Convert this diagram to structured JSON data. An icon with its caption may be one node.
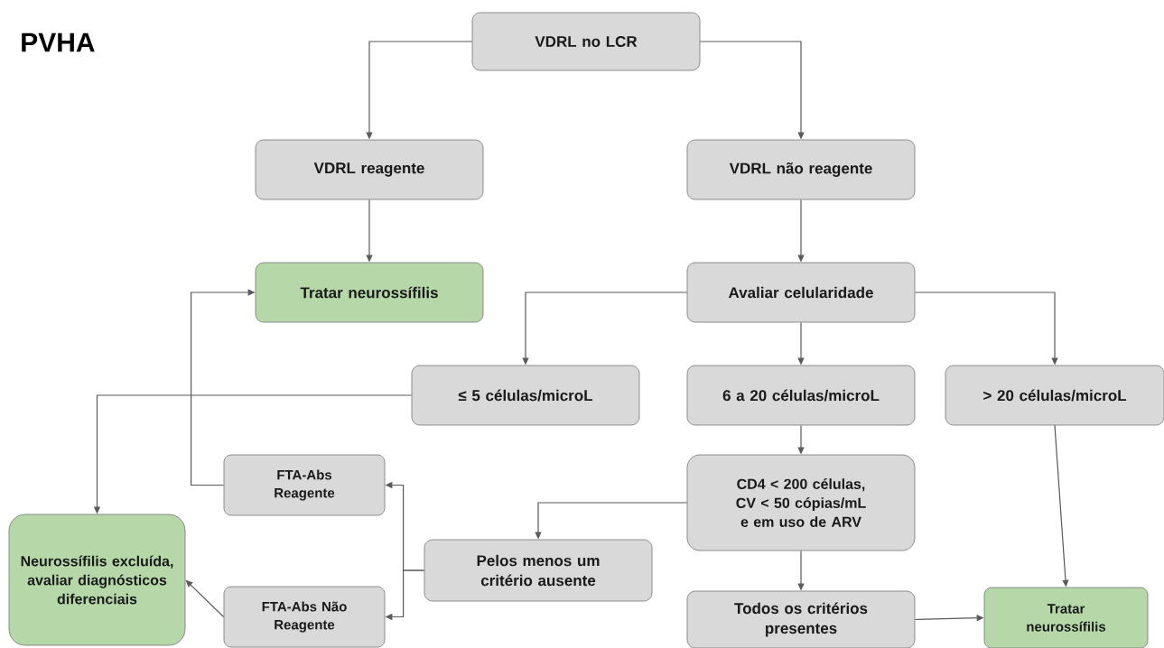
{
  "diagram": {
    "title": "PVHA",
    "nodes": [
      {
        "text": [
          "VDRL no LCR"
        ]
      },
      {
        "text": [
          "VDRL reagente"
        ]
      },
      {
        "text": [
          "VDRL não reagente"
        ]
      },
      {
        "text": [
          "Tratar neurossífilis"
        ]
      },
      {
        "text": [
          "Avaliar celularidade"
        ]
      },
      {
        "text": [
          "≤ 5 células/microL"
        ]
      },
      {
        "text": [
          "6 a 20 células/microL"
        ]
      },
      {
        "text": [
          "> 20 células/microL"
        ]
      },
      {
        "text": [
          "FTA-Abs Reagente"
        ]
      },
      {
        "text": [
          "Neurossífilis excluída, avaliar diagnósticos diferenciais"
        ]
      },
      {
        "text": [
          "CD4 < 200 células, CV < 50 cópias/mL e em uso de ARV"
        ]
      },
      {
        "text": [
          "Pelos menos um critério ausente"
        ]
      },
      {
        "text": [
          "FTA-Abs Não Reagente"
        ]
      },
      {
        "text": [
          "Todos os critérios presentes"
        ]
      },
      {
        "text": [
          "Tratar neurossífilis"
        ]
      }
    ],
    "edges": [
      {
        "from": 0,
        "to": 1,
        "arrow": "to"
      },
      {
        "from": 0,
        "to": 2,
        "arrow": "to"
      },
      {
        "from": 1,
        "to": 3,
        "arrow": "to"
      },
      {
        "from": 2,
        "to": 4,
        "arrow": "to"
      },
      {
        "from": 4,
        "to": 5,
        "arrow": "to"
      },
      {
        "from": 4,
        "to": 6,
        "arrow": "to"
      },
      {
        "from": 4,
        "to": 7,
        "arrow": "to"
      },
      {
        "from": 5,
        "to": 9,
        "arrow": "to"
      },
      {
        "from": 6,
        "to": 10,
        "arrow": "to"
      },
      {
        "from": 10,
        "to": 11,
        "arrow": "to"
      },
      {
        "from": 11,
        "to": 8,
        "arrow": "to"
      },
      {
        "from": 11,
        "to": 12,
        "arrow": "to"
      },
      {
        "from": 8,
        "to": 3,
        "arrow": "to"
      },
      {
        "from": 12,
        "to": 9,
        "arrow": "to"
      },
      {
        "from": 10,
        "to": 13,
        "arrow": "to"
      },
      {
        "from": 13,
        "to": 14,
        "arrow": "to"
      },
      {
        "from": 7,
        "to": 14,
        "arrow": "to"
      }
    ]
  }
}
